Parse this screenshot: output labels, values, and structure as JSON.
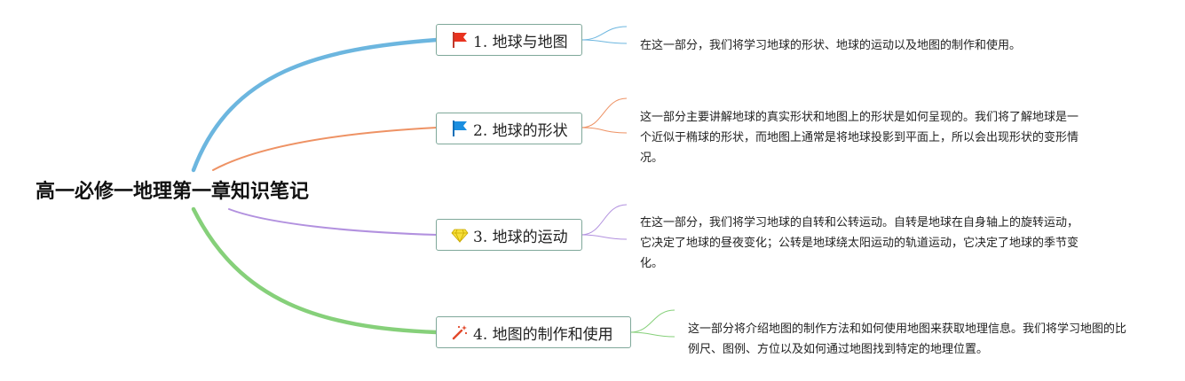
{
  "root": {
    "title": "高一必修一地理第一章知识笔记"
  },
  "branches": [
    {
      "label": "1. 地球与地图",
      "icon": "red-flag-icon",
      "color": "#6cb6df",
      "note": "在这一部分，我们将学习地球的形状、地球的运动以及地图的制作和使用。"
    },
    {
      "label": "2. 地球的形状",
      "icon": "blue-flag-icon",
      "color": "#ee9264",
      "note": "这一部分主要讲解地球的真实形状和地图上的形状是如何呈现的。我们将了解地球是一个近似于椭球的形状，而地图上通常是将地球投影到平面上，所以会出现形状的变形情况。"
    },
    {
      "label": "3. 地球的运动",
      "icon": "diamond-icon",
      "color": "#b291df",
      "note": "在这一部分，我们将学习地球的自转和公转运动。自转是地球在自身轴上的旋转运动，它决定了地球的昼夜变化；公转是地球绕太阳运动的轨道运动，它决定了地球的季节变化。"
    },
    {
      "label": "4. 地图的制作和使用",
      "icon": "magic-wand-icon",
      "color": "#86d07a",
      "note": "这一部分将介绍地图的制作方法和如何使用地图来获取地理信息。我们将学习地图的比例尺、图例、方位以及如何通过地图找到特定的地理位置。"
    }
  ]
}
